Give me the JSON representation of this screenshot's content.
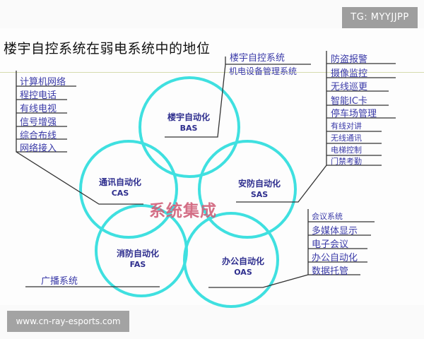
{
  "watermarks": {
    "top_right": "TG: MYYJJPP",
    "bottom_left": "www.cn-ray-esports.com"
  },
  "diagram": {
    "title": "楼宇自控系统在弱电系统中的地位",
    "center_label": "系统集成",
    "colors": {
      "circle_stroke": "#3fe0e0",
      "node_text": "#2e2e8e",
      "list_text": "#3a3aa8",
      "center_text": "#d0607a",
      "connector": "#333333"
    },
    "nodes": [
      {
        "id": "bas",
        "cn": "楼宇自动化",
        "en": "BAS"
      },
      {
        "id": "cas",
        "cn": "通讯自动化",
        "en": "CAS"
      },
      {
        "id": "sas",
        "cn": "安防自动化",
        "en": "SAS"
      },
      {
        "id": "fas",
        "cn": "消防自动化",
        "en": "FAS"
      },
      {
        "id": "oas",
        "cn": "办公自动化",
        "en": "OAS"
      }
    ],
    "bas_list": [
      "楼宇自控系统",
      "机电设备管理系统"
    ],
    "cas_list": [
      "计算机网络",
      "程控电话",
      "有线电视",
      "信号增强",
      "综合布线",
      "网络接入"
    ],
    "sas_list": [
      "防盗报警",
      "摄像监控",
      "无线巡更",
      "智能IC卡",
      "停车场管理",
      "有线对讲",
      "无线通讯",
      "电梯控制",
      "门禁考勤"
    ],
    "fas_list": [
      "广播系统"
    ],
    "oas_list": [
      "会议系统",
      "多媒体显示",
      "电子会议",
      "办公自动化",
      "数据托管"
    ]
  }
}
